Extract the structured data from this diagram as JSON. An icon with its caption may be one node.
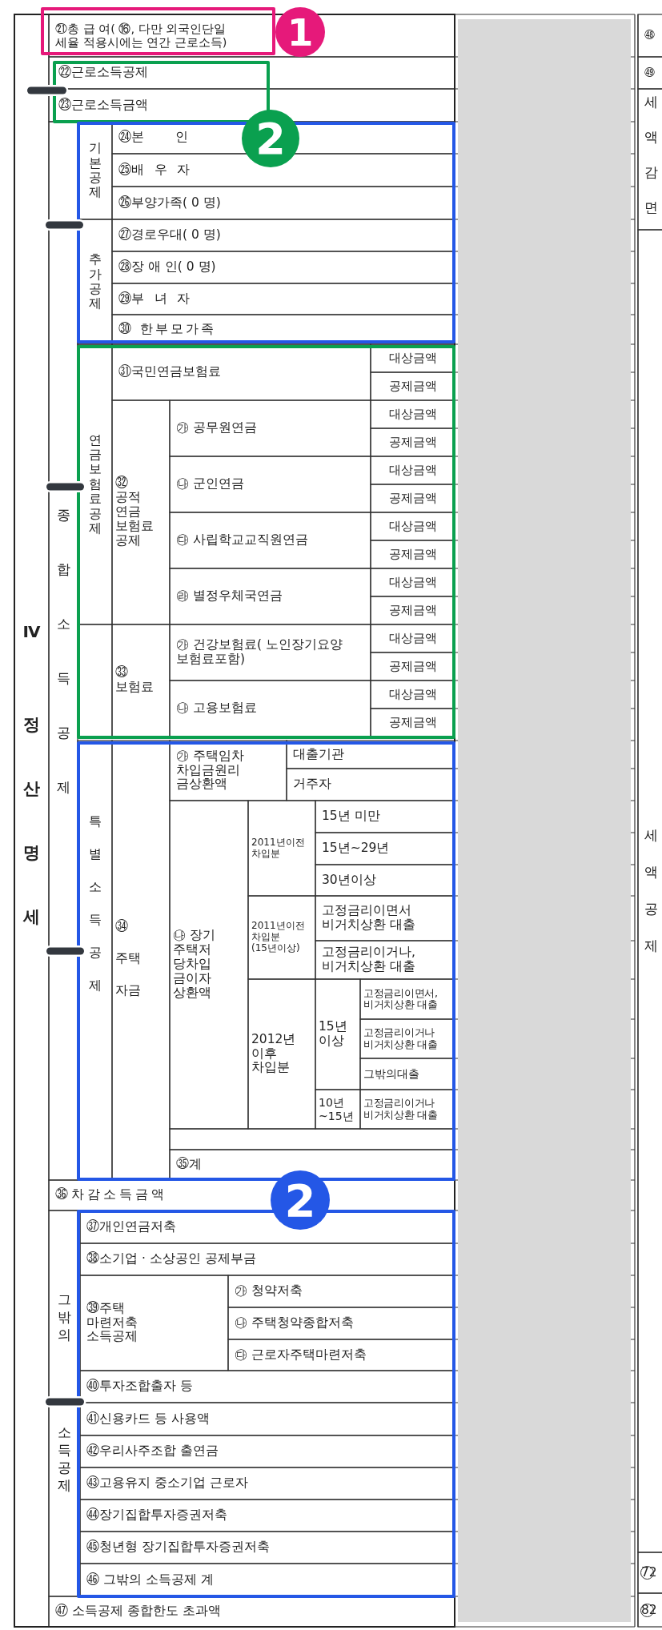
{
  "diagram": {
    "nodes": [
      {
        "text": [
          "1"
        ]
      },
      {
        "text": [
          "2"
        ]
      },
      {
        "text": [
          "2"
        ]
      },
      {
        "text": [],
        "shape": "box"
      }
    ],
    "labels": [
      "㉑총 급 여( ⑯, 다만 외국인단일 세율 적용시에는 연간 근로소득)",
      "㊽",
      "㉒근로소득공제",
      "㊾",
      "㉓근로소득금액",
      "세액감면",
      "기본공제",
      "㉔본 인",
      "㉕배 우 자",
      "㉖부양가족( 0 명)",
      "추가공제",
      "㉗경로우대( 0 명)",
      "㉘장 애 인( 0 명)",
      "㉙부 녀 자",
      "㉚ 한부모가족",
      "연금보험료공제",
      "㉛국민연금보험료",
      "대상금액",
      "공제금액",
      "㉜ 공적 연금 보험료 공제",
      "㉮ 공무원연금",
      "대상금액",
      "공제금액",
      "㉯ 군인연금",
      "대상금액",
      "공제금액",
      "㉰ 사립학교교직원연금",
      "대상금액",
      "공제금액",
      "㉱ 별정우체국연금",
      "대상금액",
      "공제금액",
      "㉝ 보험료",
      "㉮ 건강보험료( 노인장기요양 보험료포함)",
      "대상금액",
      "공제금액",
      "㉯ 고용보험료",
      "대상금액",
      "공제금액",
      "특별소득공제",
      "㉞ 주택 자금",
      "㉮ 주택임차 차입금원리 금상환액",
      "대출기관",
      "거주자",
      "㉯ 장기 주택저 당차입 금이자 상환액",
      "2011년이전 차입분",
      "15년 미만",
      "15년~29년",
      "30년이상",
      "2011년이전 차입분 (15년이상)",
      "고정금리이면서 비거치상환 대출",
      "고정금리이거나, 비거치상환 대출",
      "2012년 이후 차입분",
      "15년 이상",
      "고정금리이면서, 비거치상환 대출",
      "고정금리이거나 비거치상환 대출",
      "그밖의대출",
      "10년 ~15년",
      "고정금리이거나 비거치상환 대출",
      "㉟계",
      "종합소득공제",
      "㊱차감소득금액",
      "그 밖의",
      "소득공제",
      "㊲개인연금저축",
      "㊳소기업 · 소상공인 공제부금",
      "㊴주택 마련저축 소득공제",
      "㉮ 청약저축",
      "㉯ 주택청약종합저축",
      "㉰ 근로자주택마련저축",
      "㊵투자조합출자 등",
      "㊶신용카드 등 사용액",
      "㊷우리사주조합 출연금",
      "㊸고용유지 중소기업 근로자",
      "㊹장기집합투자증권저축",
      "㊺청년형 장기집합투자증권저축",
      "㊻ 그밖의 소득공제 계",
      "㊼ 소득공제 종합한도 초과액",
      "Ⅳ",
      "정산명세",
      "세액공제",
      "72",
      "82"
    ]
  }
}
